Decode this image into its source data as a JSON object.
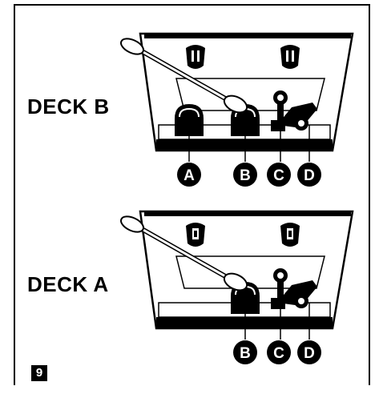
{
  "figure": {
    "number": "9"
  },
  "deck_b": {
    "label": "DECK B",
    "callouts": [
      "A",
      "B",
      "C",
      "D"
    ]
  },
  "deck_a": {
    "label": "DECK A",
    "callouts": [
      "B",
      "C",
      "D"
    ]
  }
}
